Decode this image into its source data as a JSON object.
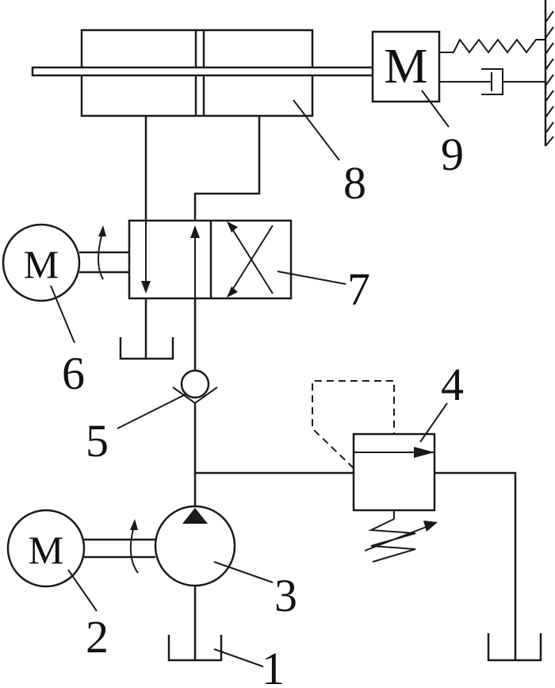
{
  "components": {
    "tank_1": {
      "number": "1"
    },
    "pump_motor_2": {
      "number": "2",
      "symbol": "M"
    },
    "pump_3": {
      "number": "3"
    },
    "relief_valve_4": {
      "number": "4"
    },
    "check_valve_5": {
      "number": "5"
    },
    "valve_motor_6": {
      "number": "6",
      "symbol": "M"
    },
    "directional_valve_7": {
      "number": "7"
    },
    "cylinder_8": {
      "number": "8"
    },
    "load_mass_9": {
      "number": "9",
      "symbol": "M"
    }
  }
}
